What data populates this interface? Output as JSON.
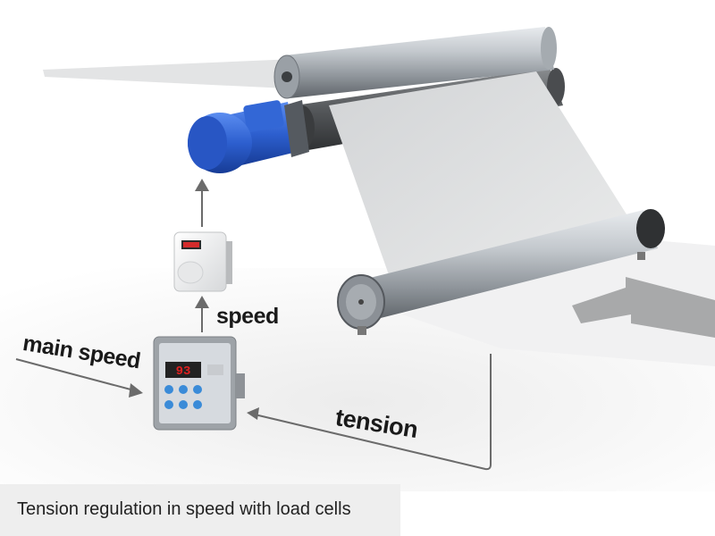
{
  "labels": {
    "main_speed": "main speed",
    "speed": "speed",
    "tension": "tension"
  },
  "caption": "Tension regulation in speed with load cells",
  "controller": {
    "display_value": "93"
  },
  "colors": {
    "motor_blue": "#2d5fcf",
    "roller_steel": "#b9bec4",
    "web_paper": "#e6e7e8",
    "arrow_gray": "#6b6b6b",
    "display_red": "#e02020"
  },
  "icons": [
    "flow-arrow-icon",
    "signal-arrow-icon"
  ]
}
